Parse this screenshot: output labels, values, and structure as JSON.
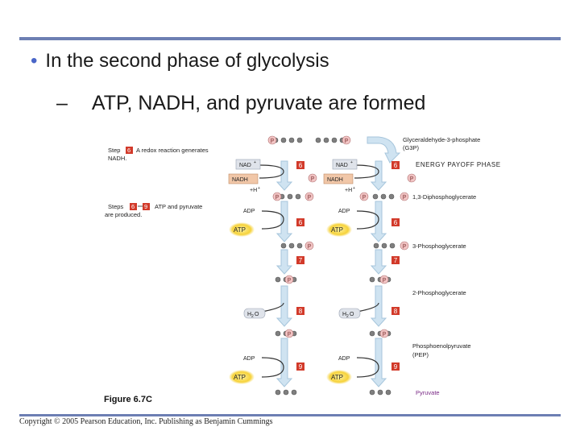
{
  "slide": {
    "bullet": "In the second phase of glycolysis",
    "sub_bullet": "ATP, NADH, and pyruvate are formed",
    "copyright": "Copyright © 2005 Pearson Education, Inc. Publishing as Benjamin Cummings"
  },
  "figure": {
    "caption": "Figure 6.7C",
    "phase_label": "ENERGY PAYOFF PHASE",
    "step6_note": {
      "prefix": "Step",
      "step": "6",
      "text": "A redox reaction generates",
      "text2": "NADH."
    },
    "steps_note": {
      "prefix": "Steps",
      "from": "6",
      "to": "9",
      "text": "ATP and pyruvate",
      "text2": "are produced."
    },
    "phosphate_label": "P",
    "step_numbers": {
      "s6": "6",
      "s7": "7",
      "s8": "8",
      "s9": "9"
    },
    "molecules": {
      "g3p": "Glyceraldehyde-3-phosphate",
      "g3p_abbr": "(G3P)",
      "bpg": "1,3-Diphosphoglycerate",
      "pg3": "3-Phosphoglycerate",
      "pg2": "2-Phosphoglycerate",
      "pep": "Phosphoenolpyruvate",
      "pep_abbr": "(PEP)",
      "pyruvate": "Pyruvate"
    },
    "cofactors": {
      "nad": "NAD",
      "nadh": "NADH",
      "h_plus": "+H",
      "adp": "ADP",
      "atp": "ATP",
      "water": "H",
      "water_sub": "2",
      "water_o": "O",
      "plus_sup": "+"
    },
    "colors": {
      "slide_rule": "#6d7fb3",
      "step_badge": "#d23a2a",
      "phosphate": "#f3c6c6",
      "atp_glow": "#f6d23a",
      "nad_box": "#dfe3ea",
      "nadh_box": "#f1c7a8",
      "arrow": "#b9d8ec",
      "molecule_dot": "#7f7f7f"
    }
  }
}
